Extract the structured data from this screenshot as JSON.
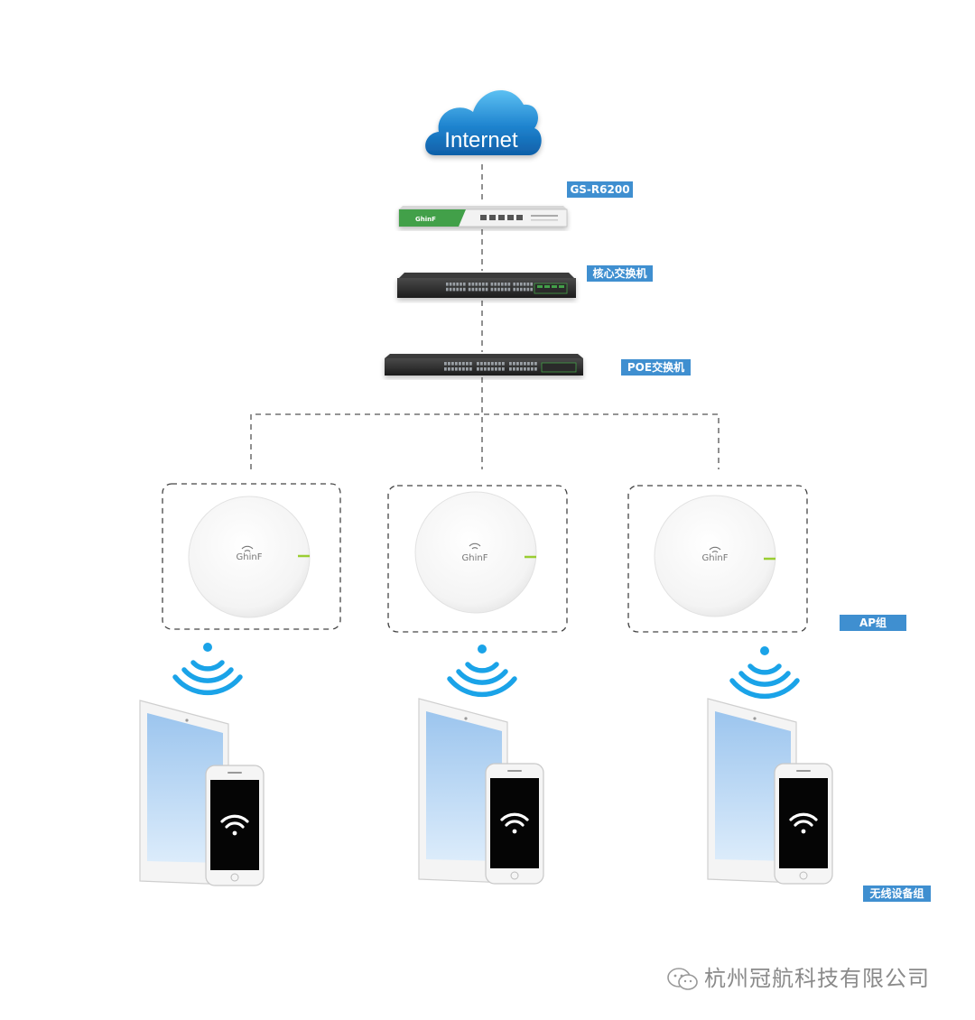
{
  "internet": {
    "label": "Internet"
  },
  "devices": {
    "router": {
      "label": "GS-R6200"
    },
    "core_switch": {
      "label": "核心交换机"
    },
    "poe_switch": {
      "label": "POE交换机"
    }
  },
  "groups": {
    "ap_group": {
      "label": "AP组"
    },
    "wireless_group": {
      "label": "无线设备组"
    }
  },
  "access_points": [
    {
      "brand": "GhinF"
    },
    {
      "brand": "GhinF"
    },
    {
      "brand": "GhinF"
    }
  ],
  "watermark": {
    "text": "杭州冠航科技有限公司",
    "icon": "wechat-icon"
  },
  "colors": {
    "label_bg": "#3f8fd0",
    "cloud": "#1f84cf",
    "wifi": "#1aa3e8",
    "router_green": "#43a048",
    "ap_led": "#9acd32"
  }
}
